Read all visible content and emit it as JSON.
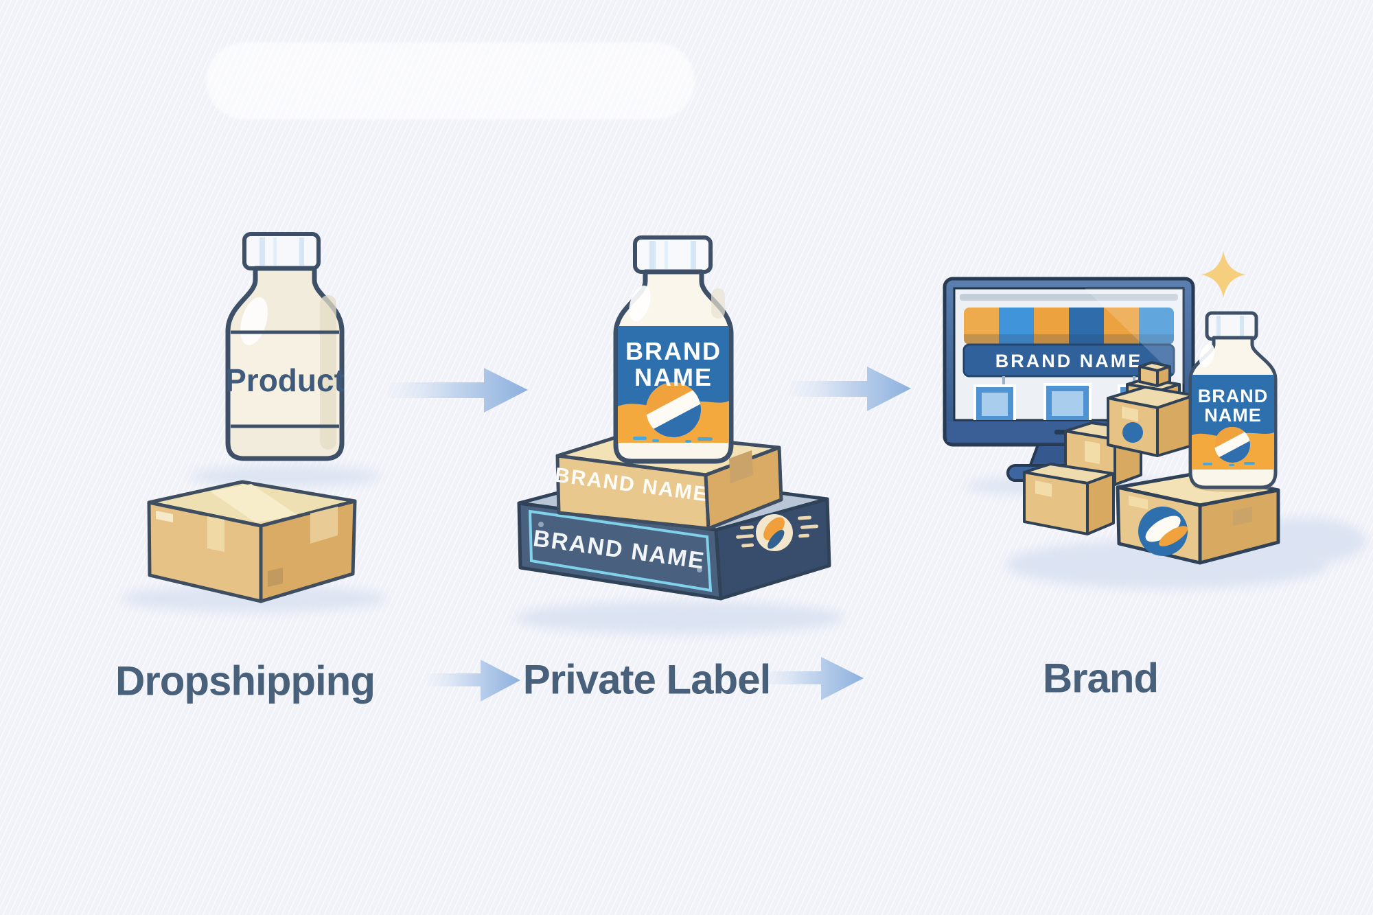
{
  "stages": [
    {
      "label": "Dropshipping",
      "bottle_label": "Product"
    },
    {
      "label": "Private Label",
      "bottle_label_line1": "BRAND",
      "bottle_label_line2": "NAME",
      "carton_label": "BRAND NAME",
      "retail_box_label": "BRAND NAME"
    },
    {
      "label": "Brand",
      "storefront_sign": "BRAND NAME",
      "bottle_label_line1": "BRAND",
      "bottle_label_line2": "NAME"
    }
  ],
  "colors": {
    "background": "#f2f3f9",
    "label_text": "#48607a",
    "arrow_blue": "#8cb0de",
    "brand_blue": "#2e6fad",
    "brand_orange": "#f3a93e",
    "navy_box": "#49607f",
    "cyan_frame": "#7fd2ea",
    "cardboard": "#e9c88d",
    "outline": "#3d5068",
    "sparkle_gold": "#f6cf7e",
    "shadow": "#dde4f2"
  }
}
